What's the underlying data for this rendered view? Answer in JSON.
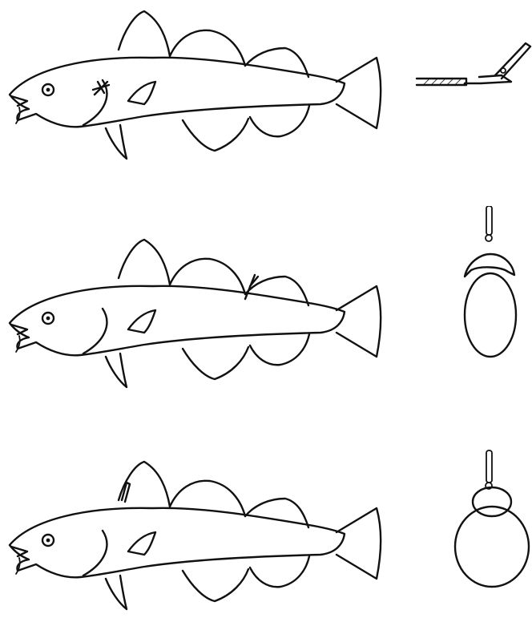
{
  "figure": {
    "background": "#ffffff",
    "ink_color": "#111111",
    "panels": [
      {
        "id": "panel-1",
        "tag_name": "anchor-tag-near-pectoral-fin",
        "detail_name": "needle-applicator-detail"
      },
      {
        "id": "panel-2",
        "tag_name": "tag-below-second-dorsal-fin",
        "detail_name": "oval-disc-tag-detail"
      },
      {
        "id": "panel-3",
        "tag_name": "tag-at-first-dorsal-fin",
        "detail_name": "round-disc-tag-detail"
      }
    ]
  }
}
